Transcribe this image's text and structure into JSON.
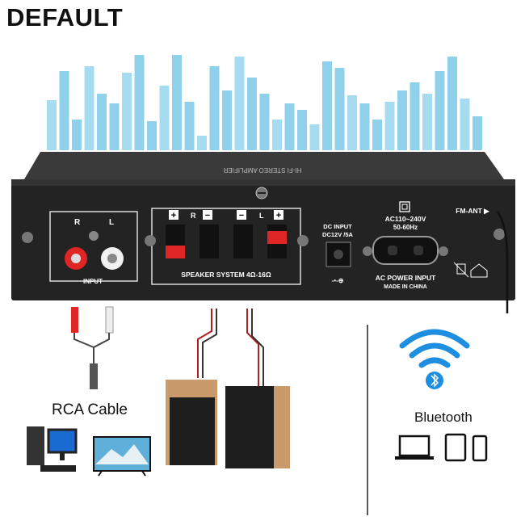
{
  "corner_label": "DEFAULT",
  "panel": {
    "fm_ant": "FM-ANT ▶",
    "ac_rating_1": "AC110~240V",
    "ac_rating_2": "50-60Hz",
    "dc_input_1": "DC INPUT",
    "dc_input_2": "DC12V /5A",
    "speaker_system": "SPEAKER SYSTEM 4Ω-16Ω",
    "ac_power_input": "AC POWER INPUT",
    "made_in": "MADE IN CHINA",
    "input_label": "INPUT",
    "r_label": "R",
    "l_label": "L",
    "top_banner": "HI-FI STEREO AMPLIFIER"
  },
  "accessories": {
    "rca_cable": "RCA Cable",
    "bluetooth": "Bluetooth"
  },
  "colors": {
    "bars": "#8fd0ea",
    "panel": "#2b2b2b",
    "speaker_wood": "#c99a6a",
    "bluetooth_blue": "#1e8fe0"
  },
  "icons": [
    "equalizer-bars",
    "wifi-icon",
    "bluetooth-icon",
    "laptop-icon",
    "tablet-icon",
    "phone-icon",
    "desktop-pc-icon",
    "tv-icon",
    "speaker-icon"
  ]
}
